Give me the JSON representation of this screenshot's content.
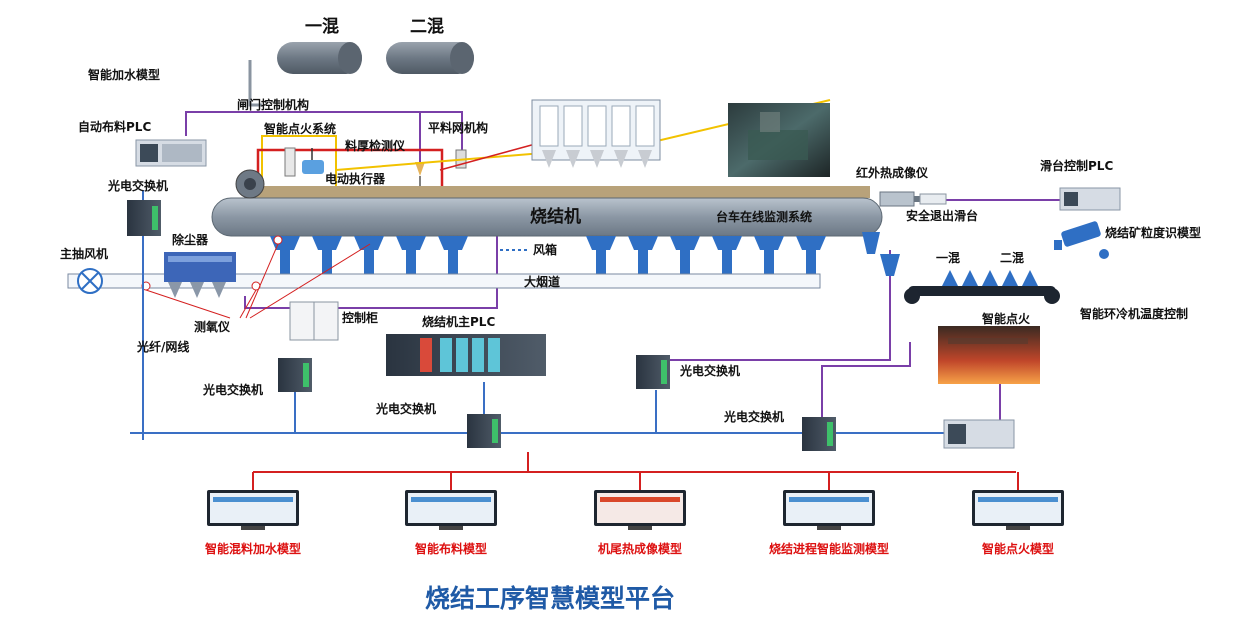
{
  "mixers_top": {
    "first": "一混",
    "second": "二混"
  },
  "labels": {
    "water_model": "智能加水模型",
    "gate_mechanism": "闸门控制机构",
    "auto_feed_plc": "自动布料PLC",
    "ignition_system": "智能点火系统",
    "thickness_detect": "料厚检测仪",
    "leveling_mechanism": "平料网机构",
    "electric_actuator": "电动执行器",
    "fiber_switch_left": "光电交换机",
    "dust_collector": "除尘器",
    "main_fan": "主抽风机",
    "sinter_machine": "烧结机",
    "trolley_monitor": "台车在线监测系统",
    "wind_box": "风箱",
    "flue": "大烟道",
    "oxygen_meter": "测氧仪",
    "fiber_network": "光纤/网线",
    "control_cabinet": "控制柜",
    "main_plc": "烧结机主PLC",
    "fiber_switch_mid_left": "光电交换机",
    "fiber_switch_bottom": "光电交换机",
    "fiber_switch_mid_right": "光电交换机",
    "fiber_switch_right": "光电交换机",
    "infrared_camera": "红外热成像仪",
    "safe_exit": "安全退出滑台",
    "slide_plc": "滑台控制PLC",
    "granularity_model": "烧结矿粒度识模型",
    "cooler_first": "一混",
    "cooler_second": "二混",
    "cooler_temp_control": "智能环冷机温度控制",
    "smart_ignition": "智能点火"
  },
  "workstations": [
    {
      "label": "智能混料加水模型"
    },
    {
      "label": "智能布料模型"
    },
    {
      "label": "机尾热成像模型"
    },
    {
      "label": "烧结进程智能监测模型"
    },
    {
      "label": "智能点火模型"
    }
  ],
  "platform_title": "烧结工序智慧模型平台",
  "colors": {
    "network_blue": "#3a6fc4",
    "signal_purple": "#7a3fa8",
    "connect_red": "#d42020",
    "highlight_yellow": "#f2c200",
    "machine_gray": "#7d8a99",
    "hopper_blue": "#2f6fc4",
    "title_blue": "#1f5aa6"
  }
}
